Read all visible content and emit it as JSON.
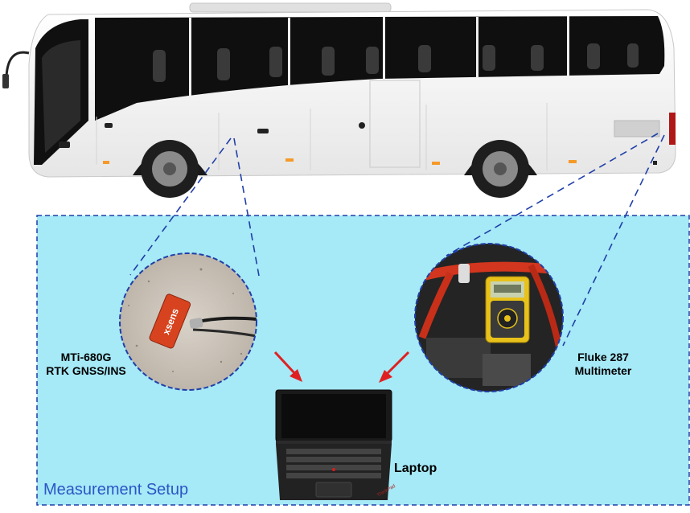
{
  "figure": {
    "setup_title": "Measurement Setup",
    "devices": {
      "imu_line1": "MTi-680G",
      "imu_line2": "RTK GNSS/INS",
      "imu_brand_text": "xsens",
      "meter_line1": "Fluke 287",
      "meter_line2": "Multimeter",
      "laptop_label": "Laptop"
    }
  },
  "colors": {
    "setup_background": "#a6e9f7",
    "dashed_lines": "#1f3fa8",
    "arrows": "#e02020",
    "title_text": "#2b56c6",
    "bus_body": "#f4f4f4",
    "window_dark": "#111111"
  },
  "icons": [
    "bus-image",
    "xsens-sensor-photo",
    "multimeter-photo",
    "laptop-image",
    "red-arrow"
  ]
}
